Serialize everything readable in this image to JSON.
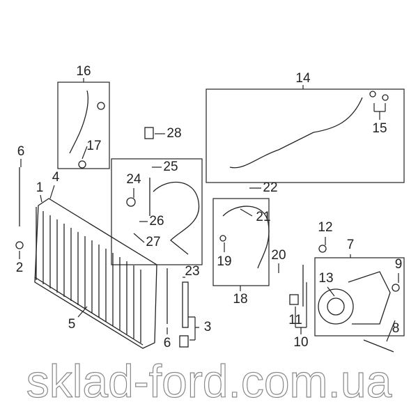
{
  "diagram": {
    "title": "A/C condenser, compressor & lines",
    "watermark": "sklad-ford.com.ua",
    "callouts": [
      {
        "id": "c16",
        "label": "16"
      },
      {
        "id": "c14",
        "label": "14"
      },
      {
        "id": "c15",
        "label": "15"
      },
      {
        "id": "c28",
        "label": "28"
      },
      {
        "id": "c17",
        "label": "17"
      },
      {
        "id": "c6a",
        "label": "6"
      },
      {
        "id": "c25",
        "label": "25"
      },
      {
        "id": "c24",
        "label": "24"
      },
      {
        "id": "c4",
        "label": "4"
      },
      {
        "id": "c1",
        "label": "1"
      },
      {
        "id": "c22",
        "label": "22"
      },
      {
        "id": "c26",
        "label": "26"
      },
      {
        "id": "c21",
        "label": "21"
      },
      {
        "id": "c12",
        "label": "12"
      },
      {
        "id": "c27",
        "label": "27"
      },
      {
        "id": "c7",
        "label": "7"
      },
      {
        "id": "c2",
        "label": "2"
      },
      {
        "id": "c19",
        "label": "19"
      },
      {
        "id": "c20",
        "label": "20"
      },
      {
        "id": "c9",
        "label": "9"
      },
      {
        "id": "c23",
        "label": "23"
      },
      {
        "id": "c13",
        "label": "13"
      },
      {
        "id": "c18",
        "label": "18"
      },
      {
        "id": "c11",
        "label": "11"
      },
      {
        "id": "c5",
        "label": "5"
      },
      {
        "id": "c3",
        "label": "3"
      },
      {
        "id": "c8",
        "label": "8"
      },
      {
        "id": "c6b",
        "label": "6"
      },
      {
        "id": "c10",
        "label": "10"
      }
    ]
  }
}
